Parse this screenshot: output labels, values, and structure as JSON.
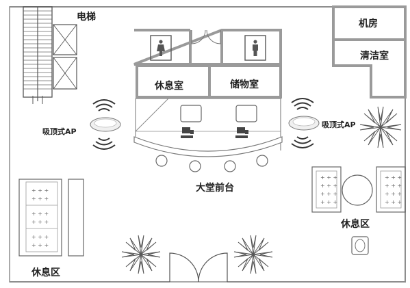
{
  "labels": {
    "elevator": "电梯",
    "machine_room": "机房",
    "cleaning_room": "清洁室",
    "rest_room": "休息室",
    "storage_room": "储物室",
    "front_desk": "大堂前台",
    "rest_area": "休息区",
    "ap_label": "吸顶式AP"
  },
  "colors": {
    "wall": "#9a9a9a",
    "line": "#8a8a8a",
    "wifi": "#3a3a3a",
    "text": "#222222"
  }
}
